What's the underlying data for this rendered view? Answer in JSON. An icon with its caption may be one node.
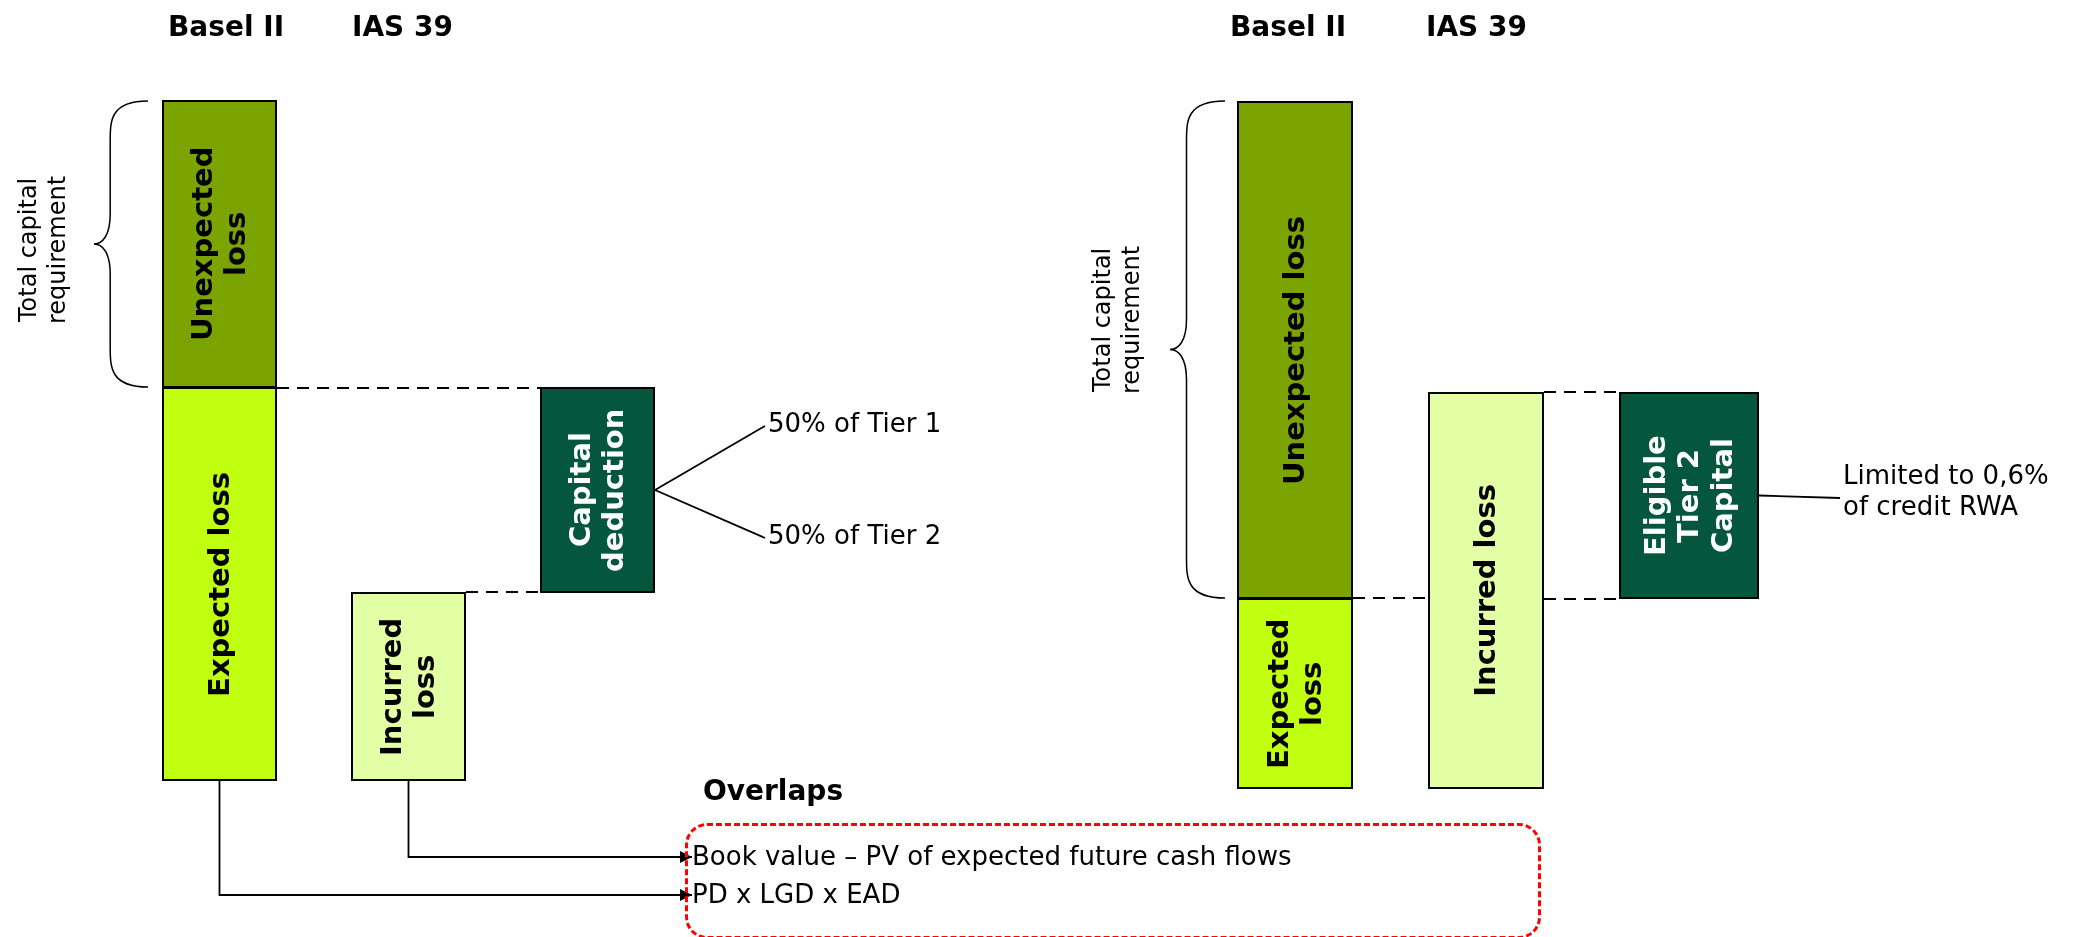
{
  "diagram": {
    "nodes": [
      {
        "text": [
          "Unexpected loss"
        ]
      },
      {
        "text": [
          "Expected loss"
        ]
      },
      {
        "text": [
          "Incurred loss"
        ]
      },
      {
        "text": [
          "Capital deduction"
        ]
      },
      {
        "text": [
          "50% of Tier 1"
        ]
      },
      {
        "text": [
          "50% of Tier 2"
        ]
      },
      {
        "text": [
          "Overlaps"
        ]
      },
      {
        "text": [
          "Book value – PV of expected future cash flows"
        ],
        "in": 6
      },
      {
        "text": [
          "PD x LGD x EAD"
        ],
        "in": 6
      },
      {
        "text": [
          "Unexpected loss"
        ]
      },
      {
        "text": [
          "Expected loss"
        ]
      },
      {
        "text": [
          "Incurred loss"
        ]
      },
      {
        "text": [
          "Eligible Tier 2 Capital"
        ]
      },
      {
        "text": [
          "Limited to 0,6% of credit RWA"
        ]
      }
    ],
    "edges": [
      {
        "from": 1,
        "to": 8,
        "arrow": "to"
      },
      {
        "from": 2,
        "to": 7,
        "arrow": "to"
      },
      {
        "from": 3,
        "to": 4,
        "arrow": "none"
      },
      {
        "from": 3,
        "to": 5,
        "arrow": "none"
      },
      {
        "from": 12,
        "to": 13,
        "arrow": "none"
      },
      {
        "from": 0,
        "to": 3,
        "arrow": "none",
        "style": "dashed"
      },
      {
        "from": 2,
        "to": 3,
        "arrow": "none",
        "style": "dashed"
      },
      {
        "from": 10,
        "to": 11,
        "arrow": "none",
        "style": "dashed"
      },
      {
        "from": 11,
        "to": 12,
        "arrow": "none",
        "style": "dashed"
      },
      {
        "from": 11,
        "to": 12,
        "arrow": "none",
        "style": "dashed"
      }
    ],
    "labels": [
      "Basel II",
      "IAS 39",
      "Basel II",
      "IAS 39",
      "Total capital requirement",
      "Total capital requirement"
    ]
  }
}
